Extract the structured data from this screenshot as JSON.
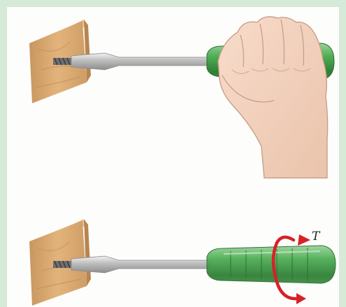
{
  "figure": {
    "torque_symbol": "T"
  },
  "colors": {
    "background": "#d6ead8",
    "wood": "#d9ab72",
    "handle": "#3f9a48",
    "shaft": "#c9c9c9",
    "skin": "#f4d4bf",
    "arrow": "#d62128"
  },
  "illustrations": [
    {
      "name": "hand-gripping-screwdriver",
      "shows_hand": true,
      "shows_torque_arrow": false
    },
    {
      "name": "screwdriver-with-torque",
      "shows_hand": false,
      "shows_torque_arrow": true
    }
  ]
}
